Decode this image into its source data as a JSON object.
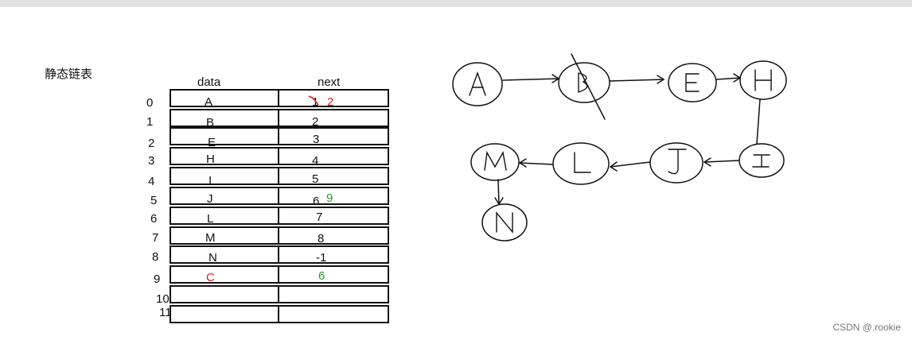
{
  "title": "静态链表",
  "table": {
    "col_data": "data",
    "col_next": "next",
    "rows": [
      {
        "index": "0",
        "data": "A",
        "next": "1",
        "next_extra": "2"
      },
      {
        "index": "1",
        "data": "B",
        "next": "2"
      },
      {
        "index": "2",
        "data": "E",
        "next": "3"
      },
      {
        "index": "3",
        "data": "H",
        "next": "4"
      },
      {
        "index": "4",
        "data": "I",
        "next": "5"
      },
      {
        "index": "5",
        "data": "J",
        "next": "6",
        "next_extra": "9"
      },
      {
        "index": "6",
        "data": "L",
        "next": "7"
      },
      {
        "index": "7",
        "data": "M",
        "next": "8"
      },
      {
        "index": "8",
        "data": "N",
        "next": "-1"
      },
      {
        "index": "9",
        "data": "C",
        "next": "6"
      },
      {
        "index": "10",
        "data": "",
        "next": ""
      },
      {
        "index": "11",
        "data": "",
        "next": ""
      }
    ]
  },
  "graph": {
    "nodes": [
      "A",
      "B",
      "E",
      "H",
      "I",
      "J",
      "L",
      "M",
      "N"
    ]
  },
  "watermark": "CSDN @.rookie",
  "colors": {
    "red": "#e02020",
    "green": "#2a9a2a"
  }
}
